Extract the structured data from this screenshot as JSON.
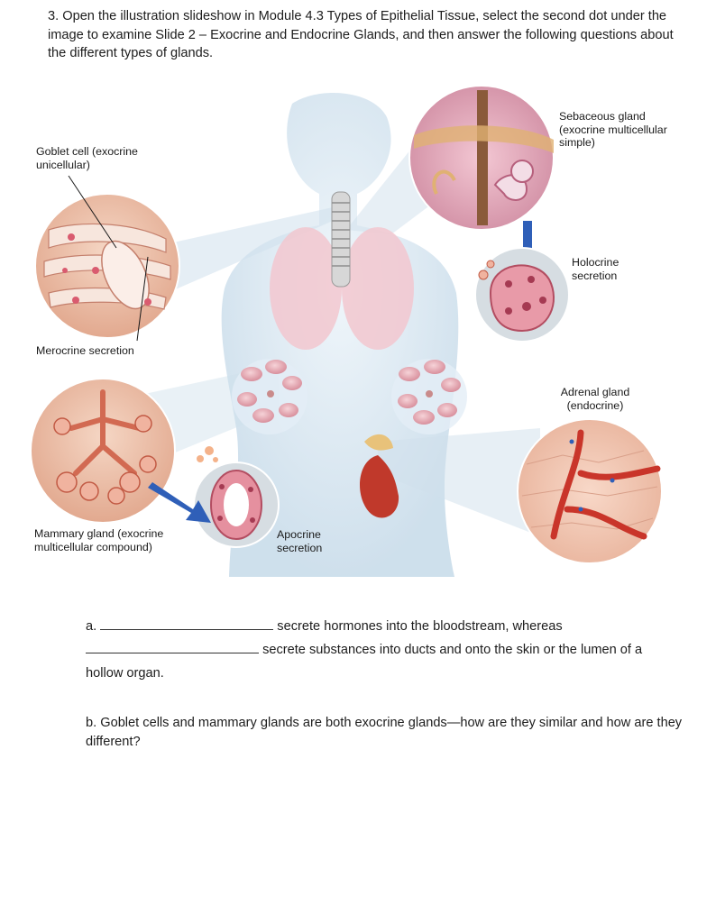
{
  "question": {
    "text": "3. Open the illustration slideshow in Module 4.3 Types of Epithelial Tissue, select the second dot under the image to examine Slide 2 – Exocrine and Endocrine Glands, and then answer the following questions about the different types of glands."
  },
  "figure": {
    "labels": {
      "goblet_cell": "Goblet cell (exocrine unicellular)",
      "merocrine": "Merocrine secretion",
      "mammary": "Mammary gland (exocrine multicellular compound)",
      "apocrine": "Apocrine secretion",
      "sebaceous": "Sebaceous gland (exocrine multicellular simple)",
      "holocrine": "Holocrine secretion",
      "adrenal": "Adrenal gland (endocrine)"
    },
    "colors": {
      "body": "#dce9f3",
      "tissue_pink": "#e7a7b4",
      "vessel_red": "#c9352a",
      "arrow_blue": "#2f5fb8"
    }
  },
  "part_a": {
    "prefix": "a.",
    "text1": "secrete hormones into the bloodstream, whereas",
    "text2": "secrete substances into ducts and onto the skin or the lumen of a",
    "text3": "hollow organ."
  },
  "part_b": {
    "text": "b. Goblet cells and mammary glands are both exocrine glands—how are they similar and how are they different?"
  }
}
